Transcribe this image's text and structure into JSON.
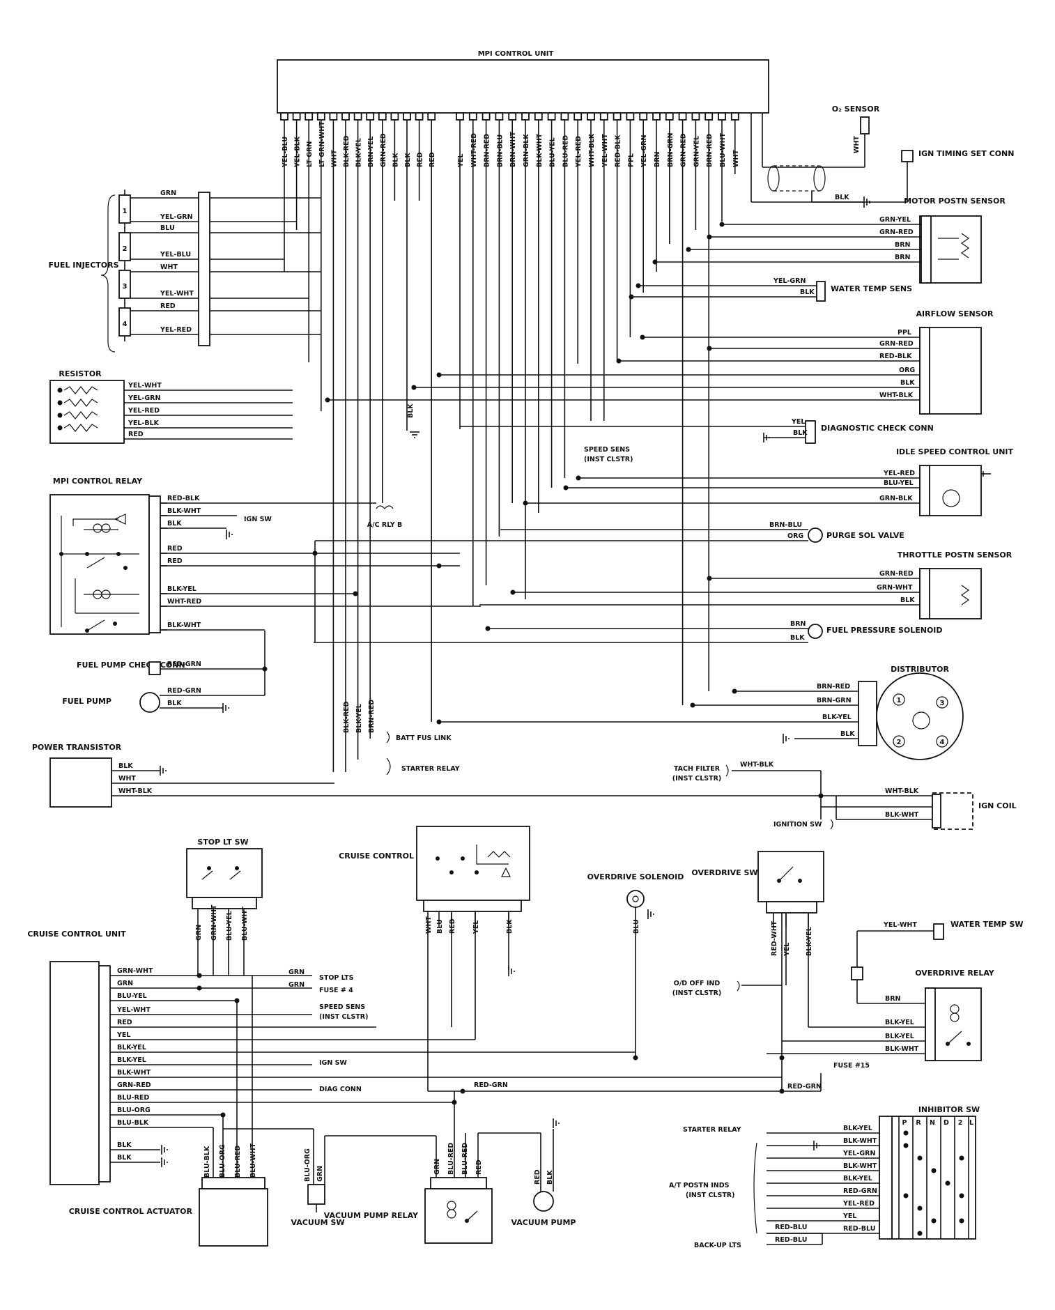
{
  "diagram": {
    "mpi_unit": {
      "title": "MPI CONTROL UNIT",
      "left_pins": [
        "YEL-BLU",
        "YEL-BLK",
        "LT GRN",
        "LT GRN-WHT",
        "WHT",
        "BLK-RED",
        "BLK-YEL",
        "BRN-YEL",
        "GRN-RED",
        "BLK",
        "BLK",
        "RED",
        "RED"
      ],
      "right_pins": [
        "YEL",
        "WHT-RED",
        "BRN-RED",
        "BRN-BLU",
        "BRN-WHT",
        "GRN-BLK",
        "BLK-WHT",
        "BLU-YEL",
        "BLU-RED",
        "YEL-RED",
        "WHT-BLK",
        "YEL-WHT",
        "RED-BLK",
        "PPL",
        "YEL-GRN",
        "BRN",
        "BRN-GRN",
        "GRN-RED",
        "GRN-YEL",
        "BRN-RED",
        "BLU-WHT",
        "WHT"
      ]
    },
    "o2_sensor": {
      "title": "O₂ SENSOR",
      "wire": "WHT",
      "ground": "BLK"
    },
    "ign_timing": {
      "title": "IGN TIMING SET CONN"
    },
    "fuel_injectors": {
      "title": "FUEL INJECTORS",
      "numbers": [
        "1",
        "2",
        "3",
        "4"
      ],
      "wires": [
        "GRN",
        "YEL-GRN",
        "BLU",
        "YEL-BLU",
        "WHT",
        "YEL-WHT",
        "RED",
        "YEL-RED"
      ]
    },
    "resistor": {
      "title": "RESISTOR",
      "wires": [
        "YEL-WHT",
        "YEL-GRN",
        "YEL-RED",
        "YEL-BLK",
        "RED"
      ]
    },
    "mpi_relay": {
      "title": "MPI CONTROL RELAY",
      "wires": [
        "RED-BLK",
        "BLK-WHT",
        "BLK",
        "RED",
        "RED",
        "BLK-YEL",
        "WHT-RED",
        "BLK-WHT"
      ],
      "ign_sw": "IGN SW"
    },
    "ac_relay": {
      "label": "A/C RLY B"
    },
    "fuel_pump_check": {
      "title": "FUEL PUMP CHECK CONN",
      "wire": "RED-GRN"
    },
    "fuel_pump": {
      "title": "FUEL PUMP",
      "wires": [
        "RED-GRN",
        "BLK"
      ]
    },
    "power_transistor": {
      "title": "POWER TRANSISTOR",
      "wires": [
        "BLK",
        "WHT",
        "WHT-BLK"
      ]
    },
    "batt_wires": {
      "wires": [
        "BLK-RED",
        "BLK-YEL",
        "BRN-RED"
      ],
      "batt_fus_link": "BATT FUS LINK",
      "starter_relay": "STARTER RELAY"
    },
    "center_labels": {
      "blk_ground": "BLK",
      "speed_sens": "SPEED SENS",
      "speed_sens_sub": "(INST CLSTR)"
    },
    "motor_postn": {
      "title": "MOTOR POSTN SENSOR",
      "wires": [
        "GRN-YEL",
        "GRN-RED",
        "BRN",
        "BRN"
      ]
    },
    "water_temp_sens": {
      "title": "WATER TEMP SENS",
      "wires": [
        "YEL-GRN",
        "BLK"
      ]
    },
    "airflow": {
      "title": "AIRFLOW SENSOR",
      "wires": [
        "PPL",
        "GRN-RED",
        "RED-BLK",
        "ORG",
        "BLK",
        "WHT-BLK"
      ]
    },
    "diag_check": {
      "title": "DIAGNOSTIC CHECK CONN",
      "wires": [
        "YEL",
        "BLK"
      ]
    },
    "idle_speed": {
      "title": "IDLE SPEED CONTROL UNIT",
      "wires": [
        "YEL-RED",
        "BLU-YEL",
        "GRN-BLK"
      ]
    },
    "purge_sol": {
      "title": "PURGE SOL VALVE",
      "wires": [
        "BRN-BLU",
        "ORG"
      ]
    },
    "throttle_postn": {
      "title": "THROTTLE POSTN SENSOR",
      "wires": [
        "GRN-RED",
        "GRN-WHT",
        "BLK"
      ]
    },
    "fuel_pressure": {
      "title": "FUEL PRESSURE SOLENOID",
      "wires": [
        "BRN",
        "BLK"
      ]
    },
    "distributor": {
      "title": "DISTRIBUTOR",
      "wires": [
        "BRN-RED",
        "BRN-GRN",
        "BLK-YEL",
        "BLK"
      ],
      "numbers": [
        "1",
        "3",
        "2",
        "4"
      ]
    },
    "tach_filter": {
      "title": "TACH FILTER",
      "sub": "(INST CLSTR)",
      "wire": "WHT-BLK"
    },
    "ign_coil": {
      "title": "IGN COIL",
      "wires": [
        "WHT-BLK",
        "BLK-WHT"
      ],
      "ignition_sw": "IGNITION SW"
    },
    "stop_lt_sw": {
      "title": "STOP LT SW",
      "wires": [
        "GRN",
        "GRN-WHT",
        "BLU-YEL",
        "BLU-WHT"
      ]
    },
    "cruise_sw": {
      "title": "CRUISE CONTROL SW",
      "wires": [
        "WHT",
        "BLU",
        "RED",
        "YEL",
        "BLK"
      ]
    },
    "overdrive_sol": {
      "title": "OVERDRIVE SOLENOID",
      "wire": "BLU"
    },
    "overdrive_sw": {
      "title": "OVERDRIVE SW",
      "wires": [
        "RED-WHT",
        "YEL",
        "BLK-YEL"
      ]
    },
    "water_temp_sw": {
      "title": "WATER TEMP SW",
      "wire": "YEL-WHT"
    },
    "overdrive_relay": {
      "title": "OVERDRIVE RELAY",
      "wires": [
        "BRN",
        "BLK-YEL",
        "BLK-YEL",
        "BLK-WHT"
      ]
    },
    "od_off_ind": {
      "title": "O/D OFF IND",
      "sub": "(INST CLSTR)"
    },
    "cruise_unit": {
      "title": "CRUISE CONTROL UNIT",
      "wires": [
        "GRN-WHT",
        "GRN",
        "BLU-YEL",
        "YEL-WHT",
        "RED",
        "YEL",
        "BLK-YEL",
        "BLK-YEL",
        "BLK-WHT",
        "GRN-RED",
        "BLU-RED",
        "BLU-ORG",
        "BLU-BLK",
        "BLK",
        "BLK"
      ]
    },
    "cruise_refs": {
      "stop_lts": "STOP LTS",
      "fuse4": "FUSE # 4",
      "speed_sens": "SPEED SENS",
      "speed_sens_sub": "(INST CLSTR)",
      "ign_sw": "IGN SW",
      "diag_conn": "DIAG CONN",
      "grn": "GRN",
      "grn2": "GRN"
    },
    "red_grn_bus": {
      "label": "RED-GRN",
      "label2": "RED-GRN",
      "fuse15": "FUSE #15"
    },
    "actuator": {
      "title": "CRUISE CONTROL ACTUATOR",
      "wires": [
        "BLU-BLK",
        "BLU-ORG",
        "BLU-RED",
        "BLU-WHT"
      ]
    },
    "vacuum_sw": {
      "title": "VACUUM SW",
      "wires": [
        "BLU-ORG",
        "GRN"
      ]
    },
    "vacuum_pump_relay": {
      "title": "VACUUM PUMP RELAY",
      "wires": [
        "GRN",
        "BLU-RED",
        "BLU-RED",
        "RED"
      ]
    },
    "vacuum_pump": {
      "title": "VACUUM PUMP",
      "wires": [
        "RED",
        "BLK"
      ]
    },
    "inhibitor": {
      "title": "INHIBITOR SW",
      "positions": [
        "P",
        "R",
        "N",
        "D",
        "2",
        "L"
      ],
      "wires": [
        "BLK-YEL",
        "BLK-WHT",
        "YEL-GRN",
        "BLK-WHT",
        "BLK-YEL",
        "RED-GRN",
        "YEL-RED",
        "YEL",
        "RED-BLU"
      ],
      "starter_relay": "STARTER RELAY",
      "at_postn": "A/T POSTN INDS",
      "at_postn_sub": "(INST CLSTR)",
      "back_up": "BACK-UP LTS",
      "red_blu1": "RED-BLU",
      "red_blu2": "RED-BLU"
    }
  }
}
